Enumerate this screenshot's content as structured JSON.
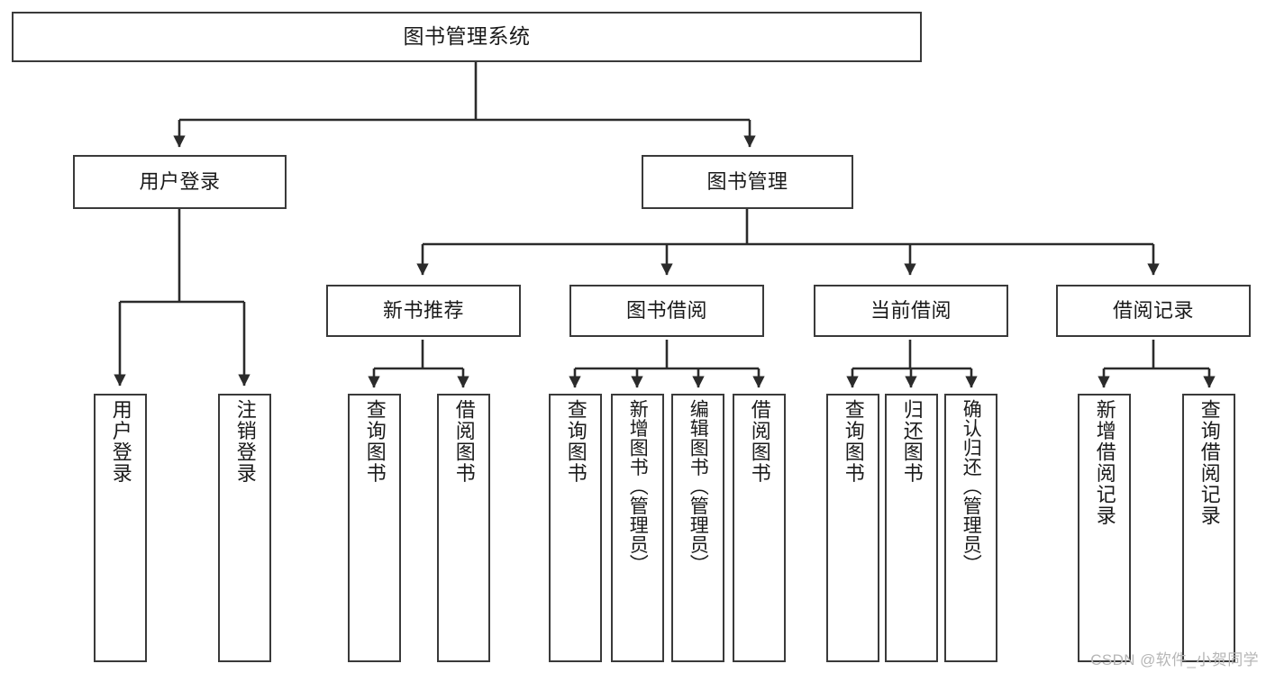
{
  "diagram": {
    "title": "图书管理系统",
    "watermark": "CSDN @软件_小贺同学",
    "colors": {
      "box_border": "#3a3a3a",
      "box_fill": "#ffffff",
      "edge": "#2b2b2b",
      "text": "#1a1a1a",
      "watermark": "#b6b6b6",
      "background": "#ffffff"
    },
    "root": {
      "label": "图书管理系统"
    },
    "level1": [
      {
        "label": "用户登录"
      },
      {
        "label": "图书管理"
      }
    ],
    "level2": [
      {
        "label": "新书推荐"
      },
      {
        "label": "图书借阅"
      },
      {
        "label": "当前借阅"
      },
      {
        "label": "借阅记录"
      }
    ],
    "leaves": {
      "user_login": [
        {
          "label": "用户登录"
        },
        {
          "label": "注销登录"
        }
      ],
      "new_book": [
        {
          "label": "查询图书"
        },
        {
          "label": "借阅图书"
        }
      ],
      "borrow_book": [
        {
          "label": "查询图书"
        },
        {
          "label": "新增图书（管理员）"
        },
        {
          "label": "编辑图书（管理员）"
        },
        {
          "label": "借阅图书"
        }
      ],
      "current_borrow": [
        {
          "label": "查询图书"
        },
        {
          "label": "归还图书"
        },
        {
          "label": "确认归还（管理员）"
        }
      ],
      "borrow_record": [
        {
          "label": "新增借阅记录"
        },
        {
          "label": "查询借阅记录"
        }
      ]
    }
  }
}
